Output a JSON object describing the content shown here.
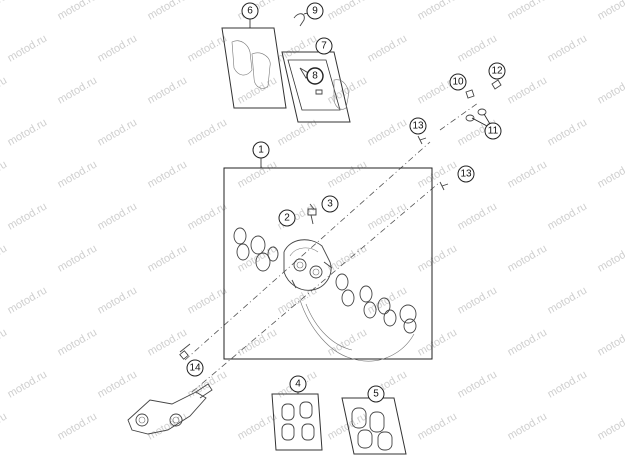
{
  "diagram": {
    "watermark": "motod.ru",
    "callouts": [
      {
        "id": "c1",
        "label": "1"
      },
      {
        "id": "c2",
        "label": "2"
      },
      {
        "id": "c3",
        "label": "3"
      },
      {
        "id": "c4",
        "label": "4"
      },
      {
        "id": "c5",
        "label": "5"
      },
      {
        "id": "c6",
        "label": "6"
      },
      {
        "id": "c7",
        "label": "7"
      },
      {
        "id": "c8",
        "label": "8"
      },
      {
        "id": "c9",
        "label": "9"
      },
      {
        "id": "c10",
        "label": "10"
      },
      {
        "id": "c11",
        "label": "11"
      },
      {
        "id": "c12",
        "label": "12"
      },
      {
        "id": "c13a",
        "label": "13"
      },
      {
        "id": "c13b",
        "label": "13"
      },
      {
        "id": "c14",
        "label": "14"
      }
    ]
  }
}
